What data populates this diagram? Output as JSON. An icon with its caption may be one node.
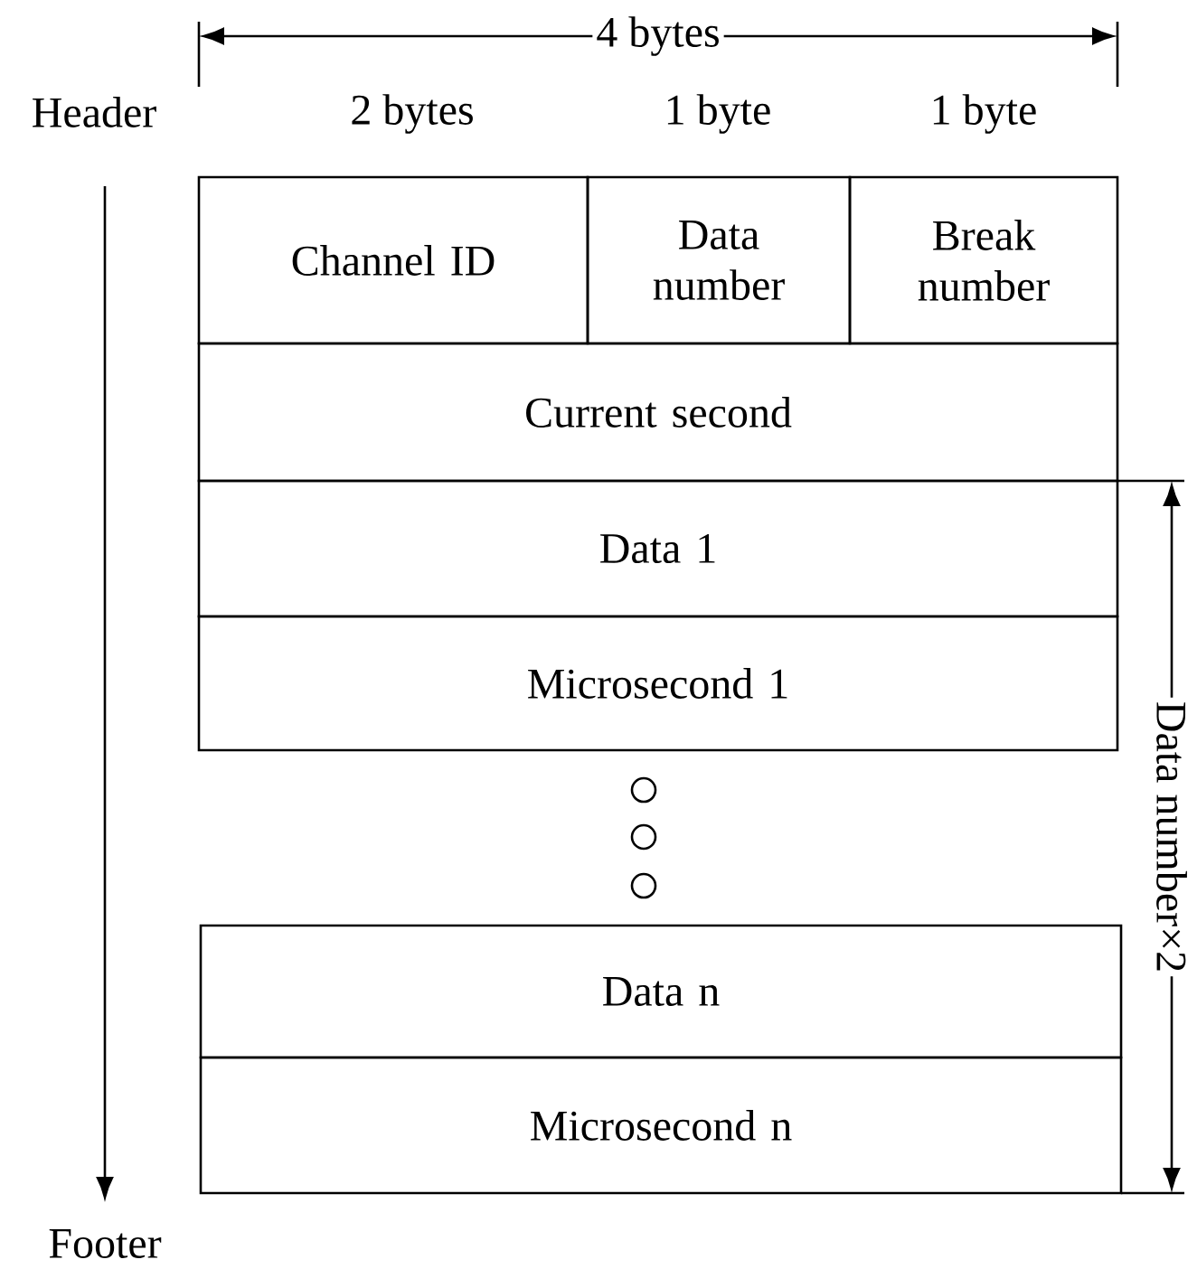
{
  "diagram": {
    "nodes": [
      {
        "text": [
          "Channel ID"
        ]
      },
      {
        "text": [
          "Data number"
        ]
      },
      {
        "text": [
          "Break number"
        ]
      },
      {
        "text": [
          "Current second"
        ]
      },
      {
        "text": [
          "Data 1"
        ]
      },
      {
        "text": [
          "Microsecond 1"
        ]
      },
      {
        "text": [
          "Data n"
        ]
      },
      {
        "text": [
          "Microsecond n"
        ]
      }
    ],
    "labels": [
      "4 bytes",
      "Header",
      "2 bytes",
      "1 byte",
      "1 byte",
      "Data number×2",
      "Footer"
    ]
  }
}
